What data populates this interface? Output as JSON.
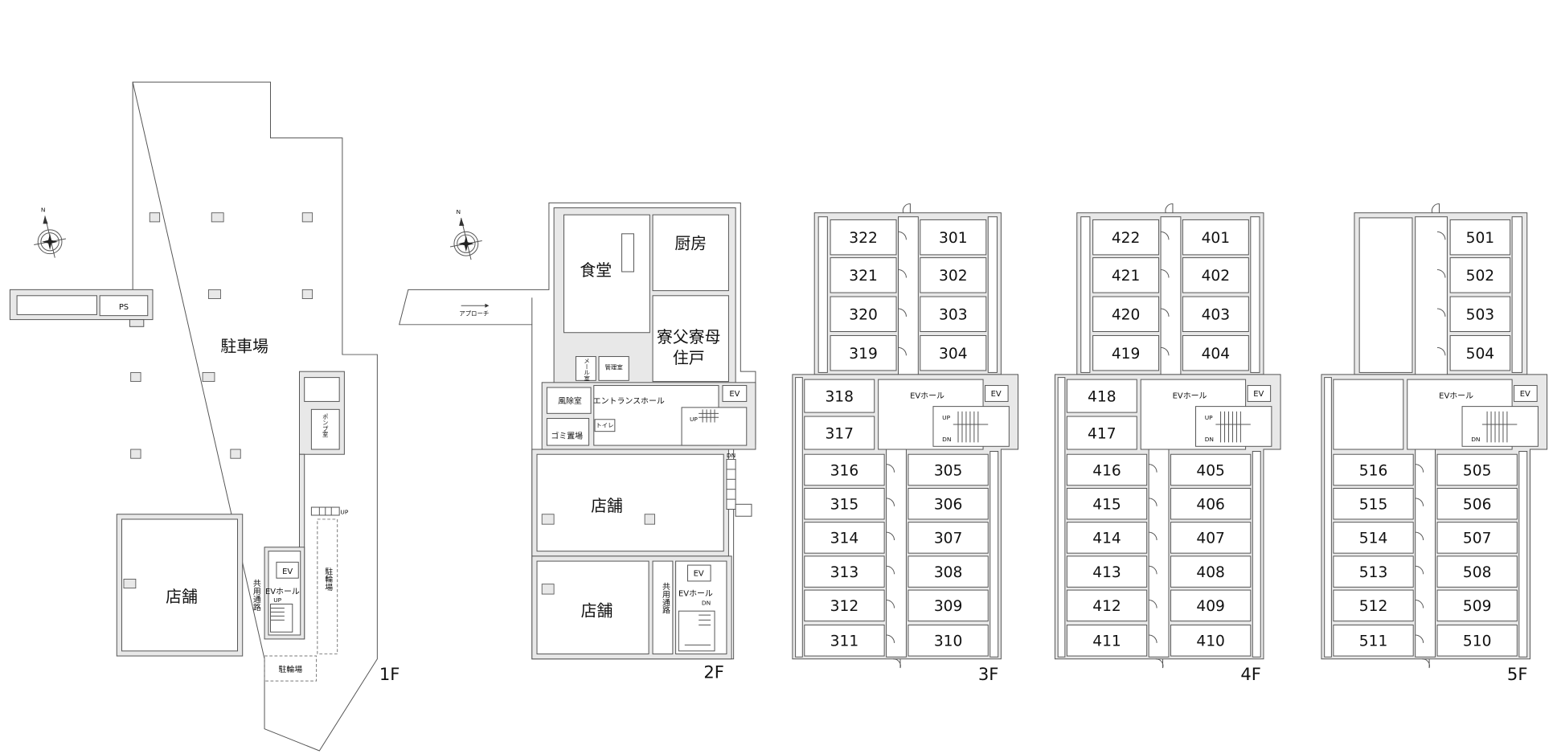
{
  "floors": {
    "f1": {
      "label": "1F",
      "parking": "駐車場",
      "ps": "PS",
      "pump_room": "ポンプ室",
      "store": "店舗",
      "common_passage": "共用通路",
      "ev": "EV",
      "ev_hall": "EVホール",
      "up": "UP",
      "stair_up": "UP",
      "bike_parking_side": "駐輪場",
      "bike_parking_bottom": "駐輪場",
      "compass_n": "N"
    },
    "f2": {
      "label": "2F",
      "approach": "アプローチ",
      "dining": "食堂",
      "kitchen": "厨房",
      "residence_line1": "寮父寮母",
      "residence_line2": "住戸",
      "mail_room": "メール室",
      "admin_room": "管理室",
      "windbreak": "風除室",
      "entrance_hall": "エントランスホール",
      "garbage": "ゴミ置場",
      "toilet": "トイレ",
      "ev": "EV",
      "up": "UP",
      "dn": "DN",
      "store_upper": "店舗",
      "store_lower": "店舗",
      "common_passage": "共用通路",
      "ev_hall_lower": "EVホール",
      "ev_lower": "EV",
      "dn_lower": "DN",
      "compass_n": "N"
    },
    "f3": {
      "label": "3F",
      "ev_hall": "EVホール",
      "ev": "EV",
      "up": "UP",
      "dn": "DN",
      "rooms": {
        "upper_left": [
          "322",
          "321",
          "320",
          "319"
        ],
        "upper_right": [
          "301",
          "302",
          "303",
          "304"
        ],
        "mid_left": [
          "318",
          "317"
        ],
        "lower_left": [
          "316",
          "315",
          "314",
          "313",
          "312",
          "311"
        ],
        "lower_right": [
          "305",
          "306",
          "307",
          "308",
          "309",
          "310"
        ]
      }
    },
    "f4": {
      "label": "4F",
      "ev_hall": "EVホール",
      "ev": "EV",
      "up": "UP",
      "dn": "DN",
      "rooms": {
        "upper_left": [
          "422",
          "421",
          "420",
          "419"
        ],
        "upper_right": [
          "401",
          "402",
          "403",
          "404"
        ],
        "mid_left": [
          "418",
          "417"
        ],
        "lower_left": [
          "416",
          "415",
          "414",
          "413",
          "412",
          "411"
        ],
        "lower_right": [
          "405",
          "406",
          "407",
          "408",
          "409",
          "410"
        ]
      }
    },
    "f5": {
      "label": "5F",
      "ev_hall": "EVホール",
      "ev": "EV",
      "dn": "DN",
      "rooms": {
        "upper_right": [
          "501",
          "502",
          "503",
          "504"
        ],
        "lower_left": [
          "516",
          "515",
          "514",
          "513",
          "512",
          "511"
        ],
        "lower_right": [
          "505",
          "506",
          "507",
          "508",
          "509",
          "510"
        ]
      }
    }
  }
}
